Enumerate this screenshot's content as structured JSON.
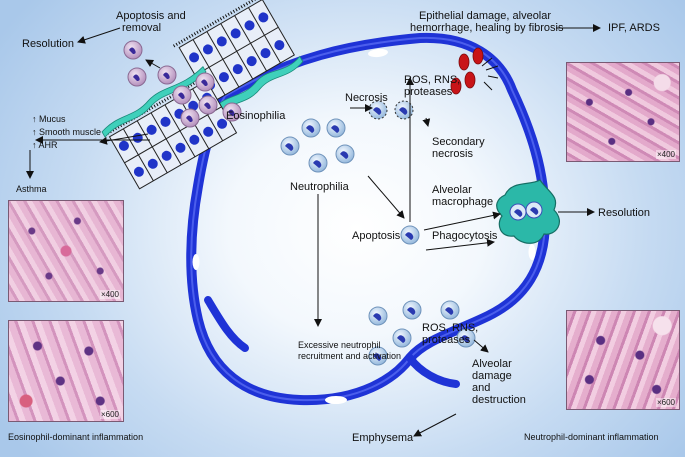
{
  "labels": {
    "resolution_top_left": "Resolution",
    "apoptosis_removal": [
      "Apoptosis and",
      "removal"
    ],
    "eosinophilia": "Eosinophilia",
    "mucus": "↑ Mucus",
    "smooth_muscle": "↑ Smooth muscle",
    "ahr": "↑ AHR",
    "asthma": "Asthma",
    "eosinophil_dominant": "Eosinophil-dominant inflammation",
    "epithelial_damage": [
      "Epithelial damage, alveolar",
      "hemorrhage, healing by fibrosis"
    ],
    "ipf_ards": "IPF, ARDS",
    "necrosis": "Necrosis",
    "ros_rns_top": [
      "ROS, RNS,",
      "proteases"
    ],
    "secondary_necrosis": [
      "Secondary",
      "necrosis"
    ],
    "neutrophilia": "Neutrophilia",
    "alveolar_macrophage": [
      "Alveolar",
      "macrophage"
    ],
    "apoptosis": "Apoptosis",
    "phagocytosis": "Phagocytosis",
    "resolution_right": "Resolution",
    "excessive": [
      "Excessive neutrophil",
      "recruitment and activation"
    ],
    "ros_rns_bottom": [
      "ROS, RNS,",
      "proteases"
    ],
    "alveolar_damage": [
      "Alveolar",
      "damage",
      "and",
      "destruction"
    ],
    "emphysema": "Emphysema",
    "neutrophil_dominant": "Neutrophil-dominant inflammation"
  },
  "micrographs": {
    "left_top_mag": "×400",
    "left_bottom_mag": "×600",
    "right_top_mag": "×400",
    "right_bottom_mag": "×600"
  },
  "colors": {
    "wall": "#1f33d6",
    "epithelium_teal": "#3fd0bb",
    "eosinophil": "#c9a9cf",
    "neutrophil": "#b9d4ec",
    "rbc": "#c81418",
    "macrophage": "#2bb8a8",
    "tissue_pink": "#e6b5d2",
    "tissue_purple": "#7a3f8d"
  }
}
